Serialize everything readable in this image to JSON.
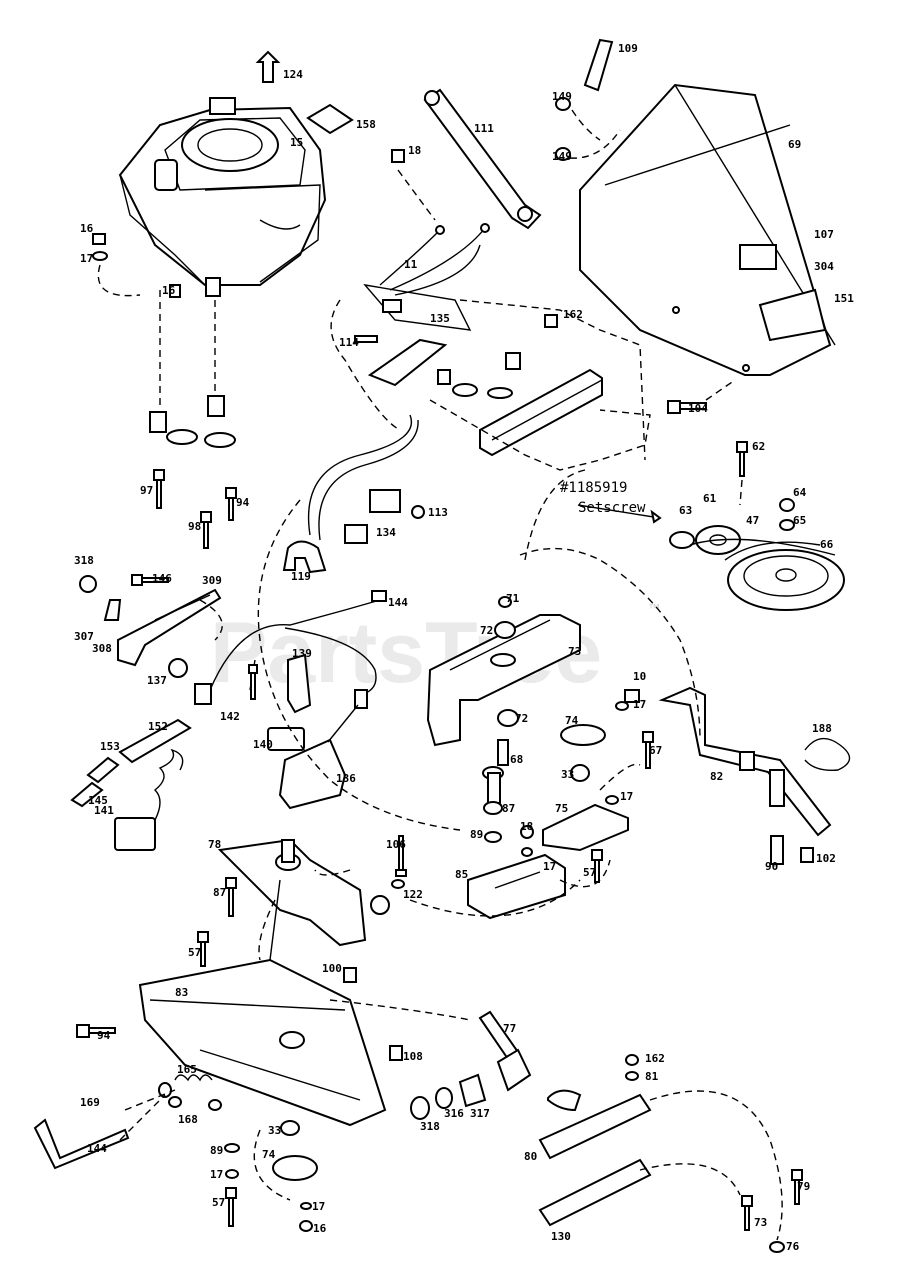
{
  "watermark": {
    "brand": "PartsTree",
    "trademark": "™"
  },
  "annotation": {
    "part_number": "#1185919",
    "description": "Setscrew"
  },
  "callouts": {
    "c124": "124",
    "c158": "158",
    "c15": "15",
    "c16a": "16",
    "c17a": "17",
    "c16b": "16",
    "c111": "111",
    "c18a": "18",
    "c11": "11",
    "c135": "135",
    "c114": "114",
    "c162a": "162",
    "c109": "109",
    "c149a": "149",
    "c149b": "149",
    "c69": "69",
    "c107": "107",
    "c304": "304",
    "c151": "151",
    "c104": "104",
    "c97": "97",
    "c98": "98",
    "c94a": "94",
    "c113": "113",
    "c134": "134",
    "c119": "119",
    "c62": "62",
    "c64": "64",
    "c63": "63",
    "c61": "61",
    "c47": "47",
    "c65": "65",
    "c66": "66",
    "c318a": "318",
    "c146": "146",
    "c309": "309",
    "c307": "307",
    "c308": "308",
    "c137": "137",
    "c144": "144",
    "c139": "139",
    "c142": "142",
    "c140": "140",
    "c136": "136",
    "c71": "71",
    "c72a": "72",
    "c73": "73",
    "c72b": "72",
    "c10": "10",
    "c17b": "17",
    "c152": "152",
    "c153": "153",
    "c145": "145",
    "c141": "141",
    "c74a": "74",
    "c68": "68",
    "c33a": "33",
    "c67a": "67",
    "c17c": "17",
    "c75": "75",
    "c87": "87",
    "c89a": "89",
    "c18b": "18",
    "c85": "85",
    "c17d": "17",
    "c57a": "57",
    "c188": "188",
    "c82": "82",
    "c90": "90",
    "c102": "102",
    "c78": "78",
    "c106": "106",
    "c122": "122",
    "c87b": "87",
    "c57b": "57",
    "c100": "100",
    "c83": "83",
    "c94b": "94",
    "c108a": "108",
    "c77": "77",
    "c165": "165",
    "c169": "169",
    "c168": "168",
    "c144b": "144",
    "c33b": "33",
    "c74b": "74",
    "c89b": "89",
    "c17e": "17",
    "c57c": "57",
    "c17f": "17",
    "c16c": "16",
    "c318b": "318",
    "c316": "316",
    "c317": "317",
    "c162b": "162",
    "c81": "81",
    "c80": "80",
    "c79": "79",
    "c130": "130",
    "c73b": "73",
    "c76": "76"
  }
}
